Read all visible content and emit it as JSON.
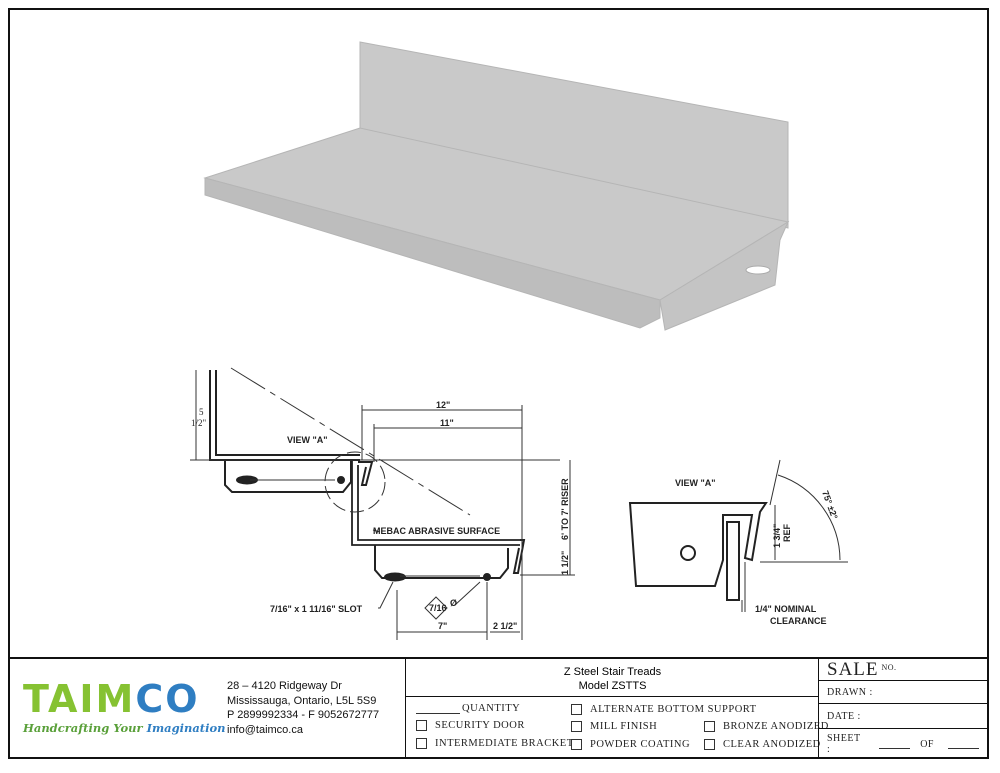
{
  "drawing": {
    "labels": {
      "view_a": "VIEW \"A\"",
      "dim_12": "12\"",
      "dim_11": "11\"",
      "dim_5": "5",
      "dim_5_frac": "1/2\"",
      "riser": "6' TO 7' RISER",
      "mebac": "MEBAC ABRASIVE SURFACE",
      "dim_1_half": "1 1/2\"",
      "slot": "7/16\" x 1 11/16\" SLOT",
      "hole": "7/16",
      "phi": "Ø",
      "dim_7": "7\"",
      "dim_2_half": "2 1/2\""
    },
    "detail": {
      "title": "VIEW \"A\"",
      "angle": "75° ±2°",
      "ref": "1 3/4\"",
      "ref2": "REF",
      "clearance1": "1/4\" NOMINAL",
      "clearance2": "CLEARANCE"
    }
  },
  "company": {
    "logo_part1": "TAIM",
    "logo_part2": "CO",
    "tagline1": "Handcrafting Your ",
    "tagline2": "Imagination",
    "address1": "28 – 4120 Ridgeway Dr",
    "address2": "Mississauga, Ontario, L5L 5S9",
    "phone": "P 2899992334 - F 9052672777",
    "email": "info@taimco.ca"
  },
  "product": {
    "title": "Z Steel Stair Treads",
    "model": "Model ZSTTS"
  },
  "options": {
    "quantity": "QUANTITY",
    "security_door": "SECURITY DOOR",
    "intermediate_bracket": "INTERMEDIATE BRACKET",
    "alternate_bottom_support": "ALTERNATE BOTTOM SUPPORT",
    "mill_finish": "MILL FINISH",
    "powder_coating": "POWDER COATING",
    "bronze_anodized": "BRONZE ANODIZED",
    "clear_anodized": "CLEAR ANODIZED"
  },
  "info": {
    "sale": "SALE",
    "no": "NO.",
    "drawn": "DRAWN :",
    "date": "DATE :",
    "sheet": "SHEET :",
    "of": "OF"
  }
}
